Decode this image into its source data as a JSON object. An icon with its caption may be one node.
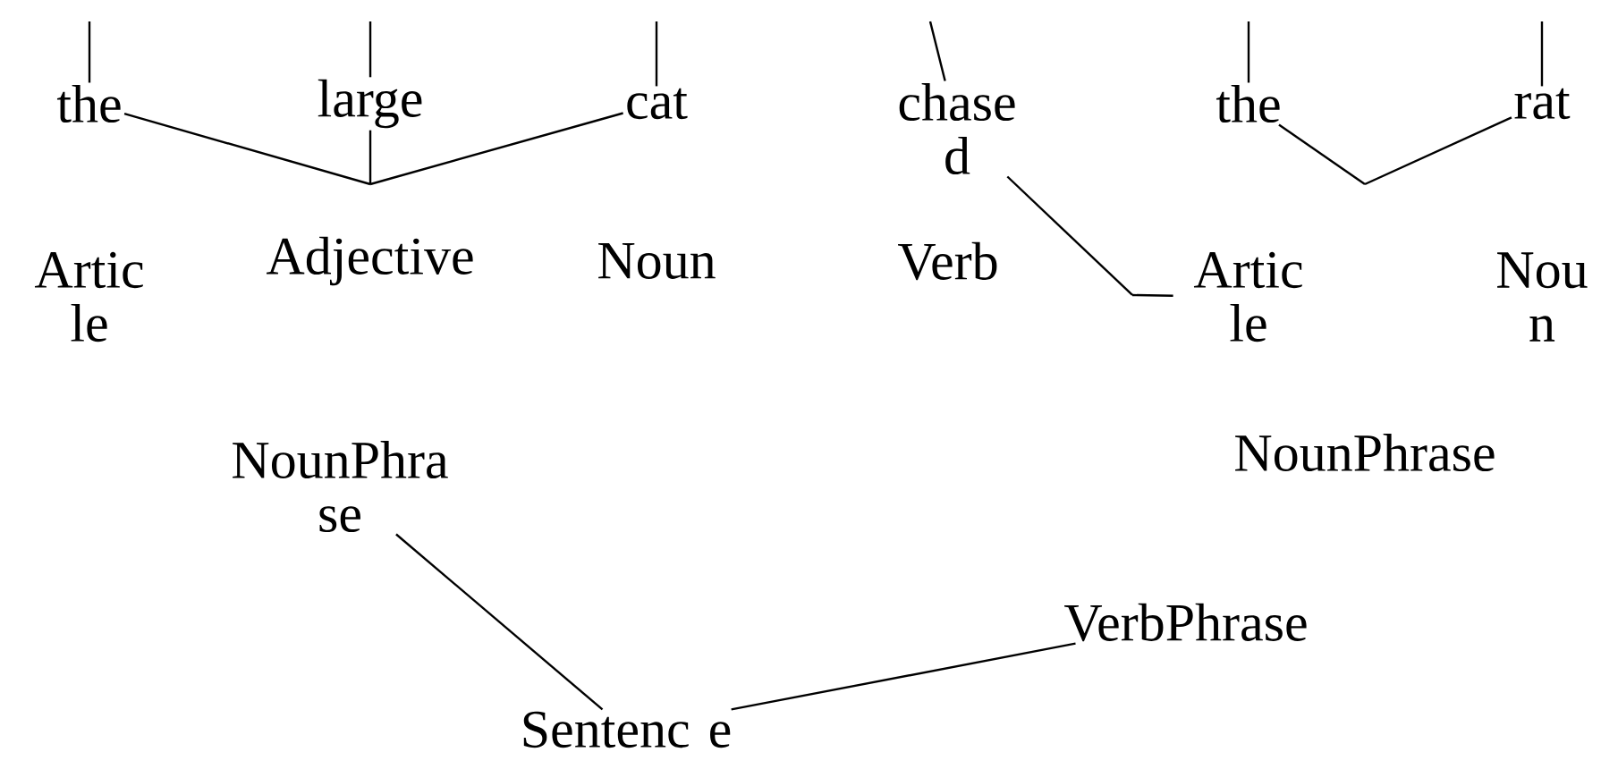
{
  "diagram": {
    "nodes": [
      {
        "text": [
          "the"
        ]
      },
      {
        "text": [
          "large"
        ]
      },
      {
        "text": [
          "cat"
        ]
      },
      {
        "text": [
          "chase d"
        ]
      },
      {
        "text": [
          "the"
        ]
      },
      {
        "text": [
          "rat"
        ]
      },
      {
        "text": [
          "Artic le"
        ]
      },
      {
        "text": [
          "Adjective"
        ]
      },
      {
        "text": [
          "Noun"
        ]
      },
      {
        "text": [
          "Verb"
        ]
      },
      {
        "text": [
          "Artic le"
        ]
      },
      {
        "text": [
          "Nou n"
        ]
      },
      {
        "text": [
          "NounPhra se"
        ]
      },
      {
        "text": [
          "NounPhrase"
        ]
      },
      {
        "text": [
          "VerbPhrase"
        ]
      },
      {
        "text": [
          "Sentenc e"
        ]
      }
    ],
    "edges": [
      {
        "from": null,
        "to": 0,
        "arrow": "none"
      },
      {
        "from": null,
        "to": 1,
        "arrow": "none"
      },
      {
        "from": null,
        "to": 2,
        "arrow": "none"
      },
      {
        "from": null,
        "to": 3,
        "arrow": "none"
      },
      {
        "from": null,
        "to": 4,
        "arrow": "none"
      },
      {
        "from": null,
        "to": 5,
        "arrow": "none"
      },
      {
        "from": 0,
        "to": null,
        "arrow": "none"
      },
      {
        "from": 1,
        "to": null,
        "arrow": "none"
      },
      {
        "from": 2,
        "to": null,
        "arrow": "none"
      },
      {
        "from": 3,
        "to": null,
        "arrow": "none"
      },
      {
        "from": 10,
        "to": null,
        "arrow": "none"
      },
      {
        "from": 4,
        "to": null,
        "arrow": "none"
      },
      {
        "from": 5,
        "to": null,
        "arrow": "none"
      },
      {
        "from": 12,
        "to": 15,
        "arrow": "none"
      },
      {
        "from": 14,
        "to": 15,
        "arrow": "none"
      }
    ]
  }
}
